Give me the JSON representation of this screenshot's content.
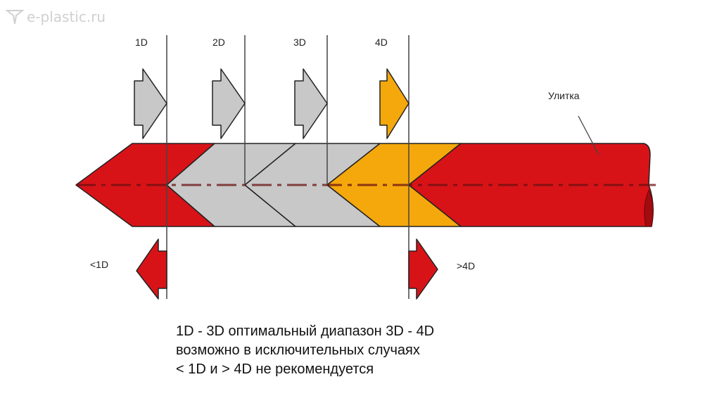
{
  "watermark": "e-plastic.ru",
  "top_labels": [
    "1D",
    "2D",
    "3D",
    "4D"
  ],
  "bottom_labels": {
    "left": "<1D",
    "right": ">4D"
  },
  "screw_label": "Улитка",
  "caption": [
    "1D - 3D оптимальный диапазон 3D - 4D",
    "возможно в исключительных случаях",
    "< 1D и > 4D не рекомендуется"
  ],
  "colors": {
    "red": "#d81318",
    "gray": "#c8c8c8",
    "orange": "#f5a80c",
    "line": "#333333"
  }
}
